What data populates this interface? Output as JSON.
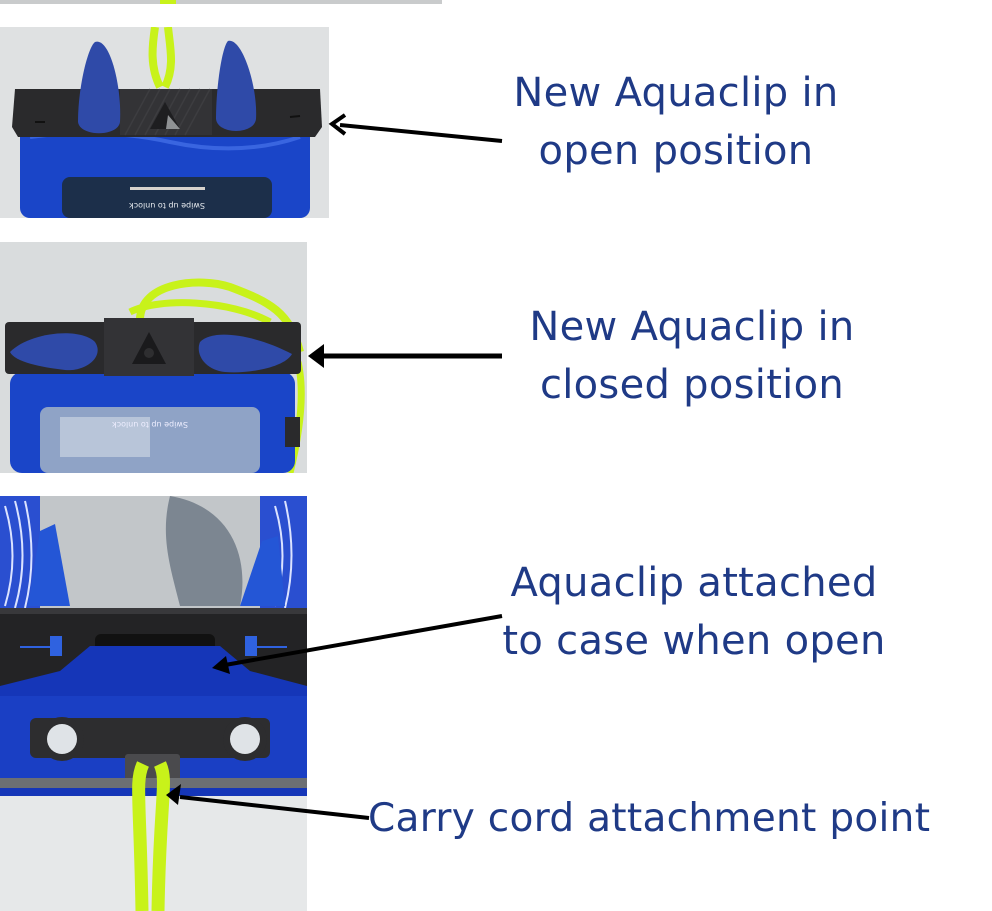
{
  "colors": {
    "label_text": "#1f3a86",
    "arrow": "#000000",
    "case_blue": "#1a45c8",
    "clip_black": "#2a2a2c",
    "cord_green": "#c8f21a",
    "background": "#ffffff"
  },
  "photos": [
    {
      "name": "top-cropped-photo",
      "screen_text": ""
    },
    {
      "name": "aquaclip-open-photo",
      "screen_text": "Swipe up to unlock"
    },
    {
      "name": "aquaclip-closed-photo",
      "screen_text": "Swipe up to unlock"
    },
    {
      "name": "aquaclip-attached-photo",
      "screen_text": ""
    }
  ],
  "annotations": [
    {
      "line1": "New Aquaclip in",
      "line2": "open position"
    },
    {
      "line1": "New Aquaclip in",
      "line2": "closed position"
    },
    {
      "line1": "Aquaclip attached",
      "line2": "to case when open"
    },
    {
      "line1": "Carry cord attachment point",
      "line2": ""
    }
  ]
}
